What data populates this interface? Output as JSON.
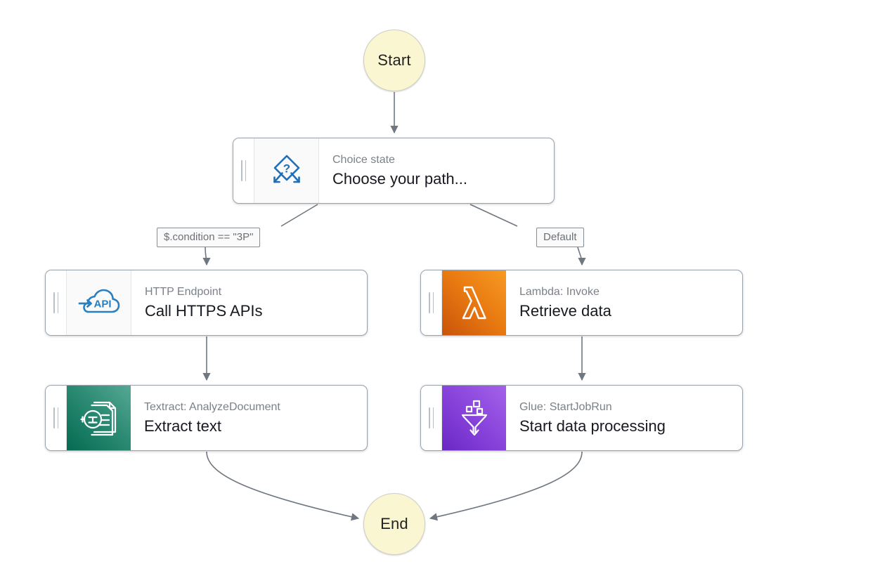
{
  "diagram": {
    "type": "state-machine-workflow",
    "title": "AWS Step Functions workflow graph",
    "background": "#ffffff"
  },
  "start_node": {
    "label": "Start",
    "shape": "circle",
    "fill": "#fbf6d2",
    "stroke": "#cfcfc4"
  },
  "end_node": {
    "label": "End",
    "shape": "circle",
    "fill": "#fbf6d2",
    "stroke": "#cfcfc4"
  },
  "states": [
    {
      "id": "choice",
      "subtitle": "Choice state",
      "title": "Choose your path...",
      "icon": "choice-diamond-question-icon",
      "icon_style": "plain",
      "accent": "#1f6fb8"
    },
    {
      "id": "http",
      "subtitle": "HTTP Endpoint",
      "title": "Call HTTPS APIs",
      "icon": "cloud-api-icon",
      "icon_style": "plain",
      "accent": "#2a7fc1"
    },
    {
      "id": "lambda",
      "subtitle": "Lambda: Invoke",
      "title": "Retrieve data",
      "icon": "lambda-icon",
      "icon_style": "lambda",
      "accent": "#ea7c12"
    },
    {
      "id": "textract",
      "subtitle": "Textract: AnalyzeDocument",
      "title": "Extract text",
      "icon": "textract-document-scan-icon",
      "icon_style": "textract",
      "accent": "#2c8b74"
    },
    {
      "id": "glue",
      "subtitle": "Glue: StartJobRun",
      "title": "Start data processing",
      "icon": "glue-funnel-icon",
      "icon_style": "glue",
      "accent": "#8b46dd"
    }
  ],
  "edge_labels": [
    {
      "id": "condition",
      "text": "$.condition == \"3P\""
    },
    {
      "id": "default",
      "text": "Default"
    }
  ],
  "edges": [
    {
      "from": "start",
      "to": "choice",
      "label": null
    },
    {
      "from": "choice",
      "to": "http",
      "label": "$.condition == \"3P\""
    },
    {
      "from": "choice",
      "to": "lambda",
      "label": "Default"
    },
    {
      "from": "http",
      "to": "textract",
      "label": null
    },
    {
      "from": "lambda",
      "to": "glue",
      "label": null
    },
    {
      "from": "textract",
      "to": "end",
      "label": null
    },
    {
      "from": "glue",
      "to": "end",
      "label": null
    }
  ],
  "edge_style": {
    "stroke": "#6f7780",
    "width": 1.6,
    "arrowhead": "solid-triangle"
  }
}
